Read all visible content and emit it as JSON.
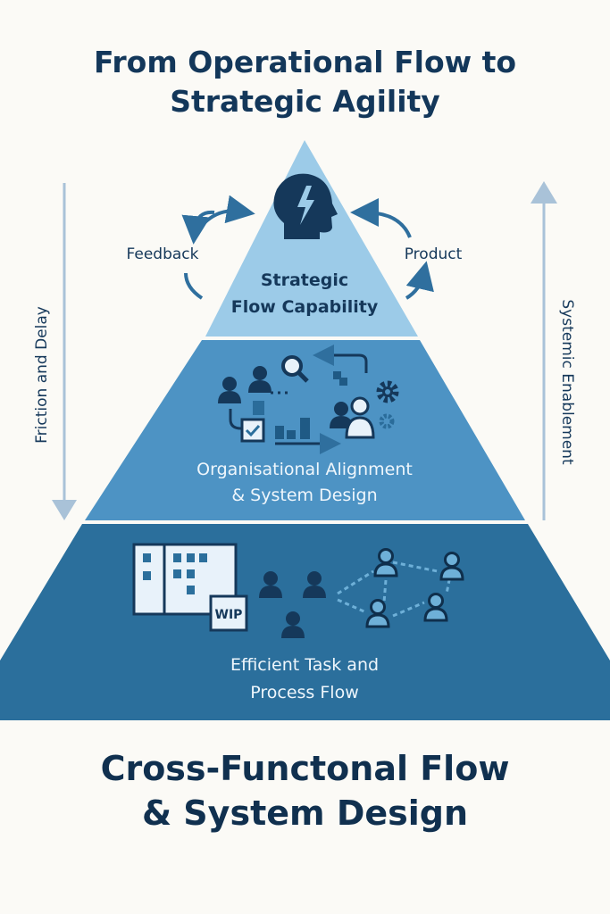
{
  "title": [
    "From Operational Flow to",
    "Strategic Agility"
  ],
  "tiers": {
    "top": {
      "lines": [
        "Strategic",
        "Flow Capability"
      ]
    },
    "middle": {
      "lines": [
        "Organisational Alignment",
        "& System Design"
      ]
    },
    "bottom": {
      "lines": [
        "Efficient Task and",
        "Process Flow"
      ],
      "badge": "WIP"
    }
  },
  "side_labels": {
    "feedback": "Feedback",
    "product": "Product",
    "left_arrow": "Friction and Delay",
    "right_arrow": "Systemic Enablement"
  },
  "bottom_title": [
    "Cross-Functonal Flow",
    "& System Design"
  ],
  "colors": {
    "background": "#fbfaf6",
    "top_tier": "#9ccbe8",
    "middle_tier": "#4d93c4",
    "bottom_tier": "#2b6f9c",
    "dark": "#15385a"
  }
}
